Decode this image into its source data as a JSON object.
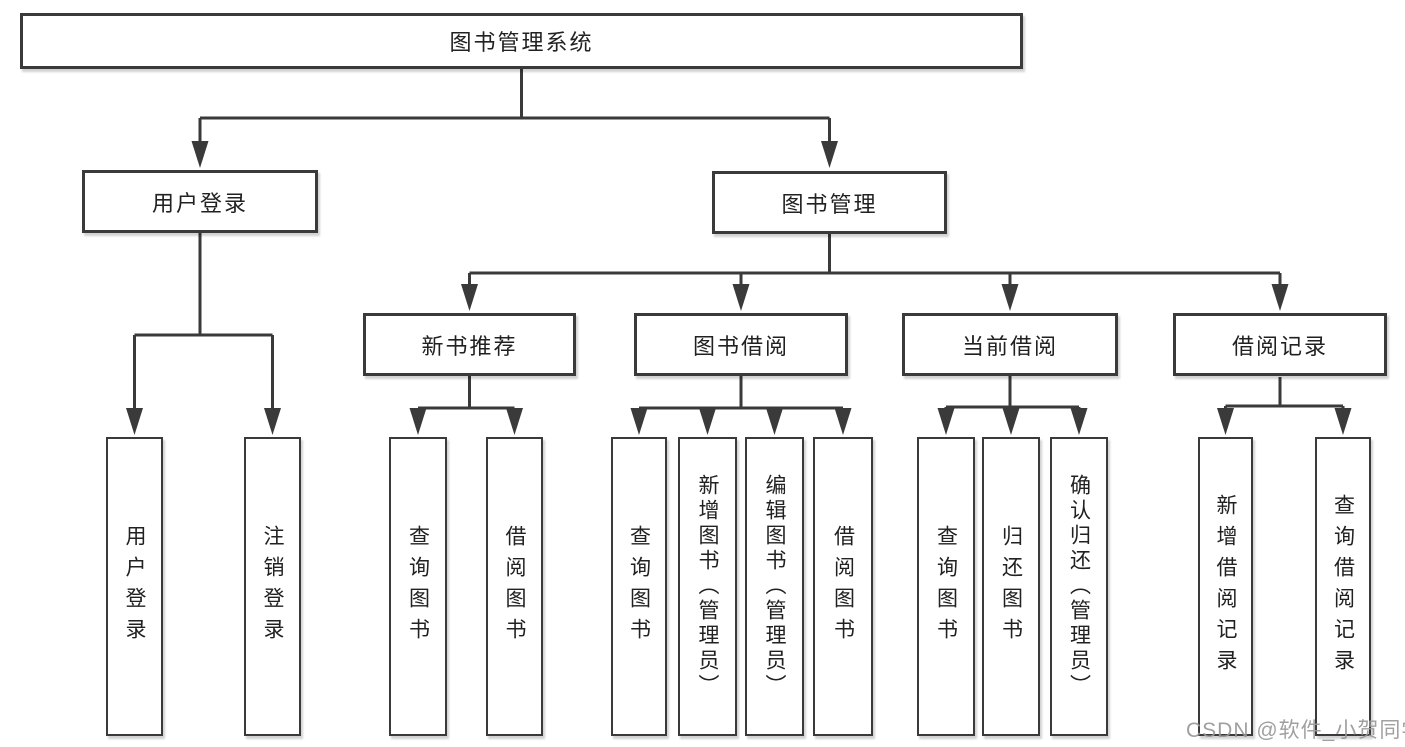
{
  "diagram": {
    "type": "hierarchy-tree",
    "orientation": "top-down",
    "levels": 4
  },
  "tree": {
    "label": "图书管理系统",
    "children": [
      {
        "label": "用户登录",
        "children": [
          {
            "label": "用户登录"
          },
          {
            "label": "注销登录"
          }
        ]
      },
      {
        "label": "图书管理",
        "children": [
          {
            "label": "新书推荐",
            "children": [
              {
                "label": "查询图书"
              },
              {
                "label": "借阅图书"
              }
            ]
          },
          {
            "label": "图书借阅",
            "children": [
              {
                "label": "查询图书"
              },
              {
                "label": "新增图书（管理员）"
              },
              {
                "label": "编辑图书（管理员）"
              },
              {
                "label": "借阅图书"
              }
            ]
          },
          {
            "label": "当前借阅",
            "children": [
              {
                "label": "查询图书"
              },
              {
                "label": "归还图书"
              },
              {
                "label": "确认归还（管理员）"
              }
            ]
          },
          {
            "label": "借阅记录",
            "children": [
              {
                "label": "新增借阅记录"
              },
              {
                "label": "查询借阅记录"
              }
            ]
          }
        ]
      }
    ]
  },
  "watermark": {
    "text": "CSDN @软件_小贺同学"
  },
  "colors": {
    "background": "#ffffff",
    "line": "#3a3a3a",
    "box_border": "#3a3a3a",
    "box_fill": "#ffffff",
    "text": "#212121",
    "watermark": "#989898"
  }
}
